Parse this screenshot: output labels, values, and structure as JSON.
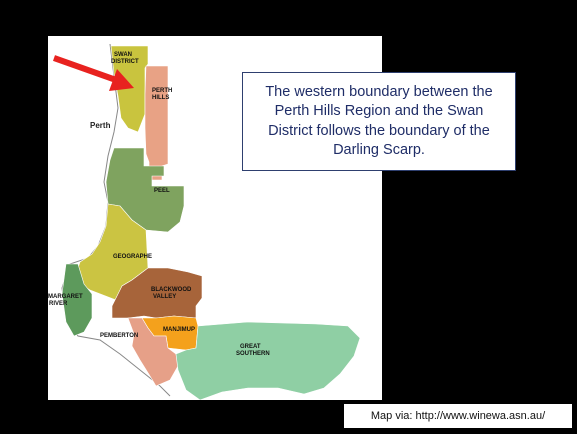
{
  "callout": {
    "text": "The western boundary between the Perth Hills Region and the Swan District follows the boundary of the Darling Scarp."
  },
  "credit": {
    "text": "Map via: http://www.winewa.asn.au/"
  },
  "map": {
    "cities": {
      "perth": "Perth"
    },
    "regions": {
      "swan_district": {
        "line1": "SWAN",
        "line2": "DISTRICT",
        "color": "#c9c43e"
      },
      "perth_hills": {
        "line1": "PERTH",
        "line2": "HILLS",
        "color": "#e8a285"
      },
      "peel": {
        "label": "PEEL",
        "color": "#7fa35f"
      },
      "geographe": {
        "label": "GEOGRAPHE",
        "color": "#cbc442"
      },
      "margaret_river": {
        "line1": "MARGARET",
        "line2": "RIVER",
        "color": "#5d9a5c"
      },
      "blackwood_valley": {
        "line1": "BLACKWOOD",
        "line2": "VALLEY",
        "color": "#a7643a"
      },
      "manjimup": {
        "label": "MANJIMUP",
        "color": "#f4a11c"
      },
      "pemberton": {
        "label": "PEMBERTON",
        "color": "#e6a088"
      },
      "great_southern": {
        "line1": "GREAT",
        "line2": "SOUTHERN",
        "color": "#8fcfa4"
      }
    },
    "pointer_color": "#e8221f"
  }
}
